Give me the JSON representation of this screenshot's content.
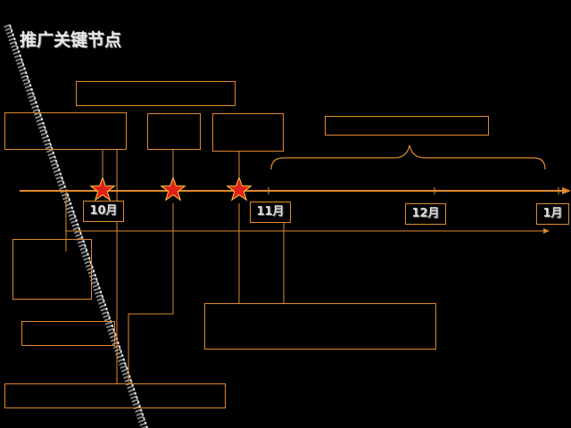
{
  "title": "推广关键节点",
  "months": [
    "10月",
    "11月",
    "12月",
    "1月"
  ],
  "colors": {
    "line": "#e08a2c",
    "star_fill": "#e0201a",
    "star_stroke": "#ffcc33",
    "text": "#dcdcdc",
    "background": "#000000"
  },
  "milestones": {
    "star_count": 3
  }
}
